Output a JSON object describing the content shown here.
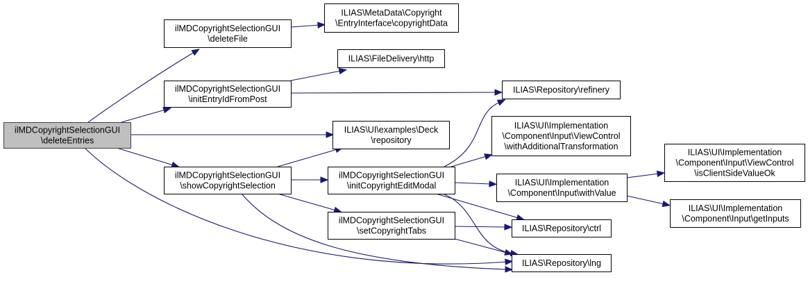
{
  "diagram": {
    "type": "call-graph",
    "colors": {
      "edge": "#191970",
      "root_fill": "#bfbfbf",
      "node_fill": "#ffffff",
      "node_border": "#000000"
    },
    "nodes": [
      {
        "id": "deleteEntries",
        "lines": [
          "ilMDCopyrightSelectionGUI",
          "\\deleteEntries"
        ],
        "root": true
      },
      {
        "id": "deleteFile",
        "lines": [
          "ilMDCopyrightSelectionGUI",
          "\\deleteFile"
        ]
      },
      {
        "id": "initEntryIdFromPost",
        "lines": [
          "ilMDCopyrightSelectionGUI",
          "\\initEntryIdFromPost"
        ]
      },
      {
        "id": "showCopyrightSelection",
        "lines": [
          "ilMDCopyrightSelectionGUI",
          "\\showCopyrightSelection"
        ]
      },
      {
        "id": "copyrightData",
        "lines": [
          "ILIAS\\MetaData\\Copyright",
          "\\EntryInterface\\copyrightData"
        ]
      },
      {
        "id": "http",
        "lines": [
          "ILIAS\\FileDelivery\\http"
        ]
      },
      {
        "id": "deckRepository",
        "lines": [
          "ILIAS\\UI\\examples\\Deck",
          "\\repository"
        ]
      },
      {
        "id": "initCopyrightEditModal",
        "lines": [
          "ilMDCopyrightSelectionGUI",
          "\\initCopyrightEditModal"
        ]
      },
      {
        "id": "setCopyrightTabs",
        "lines": [
          "ilMDCopyrightSelectionGUI",
          "\\setCopyrightTabs"
        ]
      },
      {
        "id": "refinery",
        "lines": [
          "ILIAS\\Repository\\refinery"
        ]
      },
      {
        "id": "withAdditionalTransformation",
        "lines": [
          "ILIAS\\UI\\Implementation",
          "\\Component\\Input\\ViewControl",
          "\\withAdditionalTransformation"
        ]
      },
      {
        "id": "withValue",
        "lines": [
          "ILIAS\\UI\\Implementation",
          "\\Component\\Input\\withValue"
        ]
      },
      {
        "id": "ctrl",
        "lines": [
          "ILIAS\\Repository\\ctrl"
        ]
      },
      {
        "id": "lng",
        "lines": [
          "ILIAS\\Repository\\lng"
        ]
      },
      {
        "id": "isClientSideValueOk",
        "lines": [
          "ILIAS\\UI\\Implementation",
          "\\Component\\Input\\ViewControl",
          "\\isClientSideValueOk"
        ]
      },
      {
        "id": "getInputs",
        "lines": [
          "ILIAS\\UI\\Implementation",
          "\\Component\\Input\\getInputs"
        ]
      }
    ],
    "edges": [
      {
        "from": "deleteEntries",
        "to": "deleteFile"
      },
      {
        "from": "deleteEntries",
        "to": "initEntryIdFromPost"
      },
      {
        "from": "deleteEntries",
        "to": "deckRepository"
      },
      {
        "from": "deleteEntries",
        "to": "showCopyrightSelection"
      },
      {
        "from": "deleteEntries",
        "to": "lng"
      },
      {
        "from": "deleteFile",
        "to": "copyrightData"
      },
      {
        "from": "initEntryIdFromPost",
        "to": "http"
      },
      {
        "from": "initEntryIdFromPost",
        "to": "refinery"
      },
      {
        "from": "showCopyrightSelection",
        "to": "deckRepository"
      },
      {
        "from": "showCopyrightSelection",
        "to": "initCopyrightEditModal"
      },
      {
        "from": "showCopyrightSelection",
        "to": "setCopyrightTabs"
      },
      {
        "from": "showCopyrightSelection",
        "to": "lng"
      },
      {
        "from": "initCopyrightEditModal",
        "to": "refinery"
      },
      {
        "from": "initCopyrightEditModal",
        "to": "withAdditionalTransformation"
      },
      {
        "from": "initCopyrightEditModal",
        "to": "withValue"
      },
      {
        "from": "initCopyrightEditModal",
        "to": "ctrl"
      },
      {
        "from": "initCopyrightEditModal",
        "to": "lng"
      },
      {
        "from": "setCopyrightTabs",
        "to": "ctrl"
      },
      {
        "from": "setCopyrightTabs",
        "to": "lng"
      },
      {
        "from": "withValue",
        "to": "isClientSideValueOk"
      },
      {
        "from": "withValue",
        "to": "getInputs"
      }
    ]
  }
}
